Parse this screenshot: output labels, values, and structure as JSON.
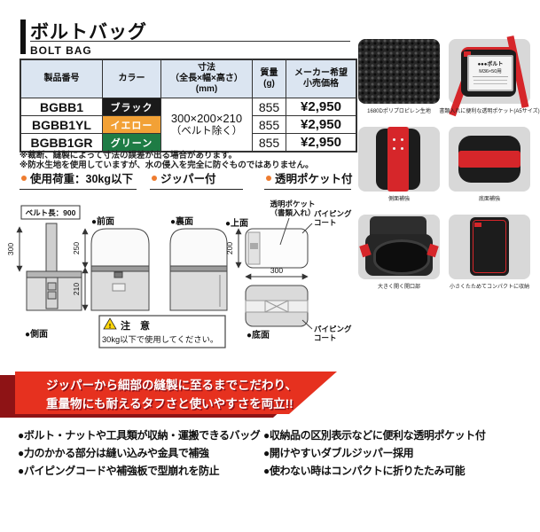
{
  "header": {
    "title": "ボルトバッグ",
    "subtitle": "BOLT BAG"
  },
  "table": {
    "headers": {
      "code": "製品番号",
      "color": "カラー",
      "size_1": "寸法",
      "size_2": "（全長×幅×高さ）",
      "size_3": "(mm)",
      "weight_1": "質量",
      "weight_2": "(g)",
      "price_1": "メーカー希望",
      "price_2": "小売価格"
    },
    "size_value": "300×200×210",
    "size_note": "（ベルト除く）",
    "rows": [
      {
        "code": "BGBB1",
        "color": "ブラック",
        "chip": "#1a1a1a",
        "weight": "855",
        "price": "¥2,950"
      },
      {
        "code": "BGBB1YL",
        "color": "イエロー",
        "chip": "#f2a136",
        "weight": "855",
        "price": "¥2,950"
      },
      {
        "code": "BGBB1GR",
        "color": "グリーン",
        "chip": "#1e7c45",
        "weight": "855",
        "price": "¥2,950"
      }
    ]
  },
  "notes": [
    "※裁断、縫製によって寸法の誤差が出る場合があります。",
    "※防水生地を使用していますが、水の侵入を完全に防ぐものではありません。"
  ],
  "features": [
    "使用荷重：30kg以下",
    "ジッパー付",
    "透明ポケット付"
  ],
  "diagram": {
    "belt_label": "ベルト長：900",
    "views": {
      "side": "●側面",
      "front": "●前面",
      "back": "●裏面",
      "top": "●上面",
      "bottom": "●底面"
    },
    "dims": {
      "strap": "300",
      "flap": "250",
      "body": "210",
      "depth": "200",
      "width": "300"
    },
    "pocket_1": "透明ポケット",
    "pocket_2": "（書類入れ）",
    "piping_1": "パイピング",
    "piping_2": "コート",
    "caution": {
      "mark": "!",
      "title": "注　意",
      "text": "30kg以下で使用してください。"
    }
  },
  "photos": {
    "items": [
      {
        "caption": "1680Dポリプロピレン生地"
      },
      {
        "caption": "書類入れに便利な透明ポケット(A5サイズ)"
      },
      {
        "caption": "側面補強"
      },
      {
        "caption": "底面補強"
      },
      {
        "caption": "大きく開く開口部"
      },
      {
        "caption": "小さくたためてコンパクトに収納"
      }
    ],
    "card": {
      "line1": "●●●ボルト",
      "line2": "M36×50用"
    }
  },
  "banner": {
    "line1": "ジッパーから細部の縫製に至るまでこだわり、",
    "line2": "重量物にも耐えるタフさと使いやすさを両立!!"
  },
  "bullets": {
    "left": [
      "●ボルト・ナットや工具類が収納・運搬できるバッグ",
      "●力のかかる部分は縫い込みや金具で補強",
      "●パイピングコードや補強板で型崩れを防止"
    ],
    "right": [
      "●収納品の区別表示などに便利な透明ポケット付",
      "●開けやすいダブルジッパー採用",
      "●使わない時はコンパクトに折りたたみ可能"
    ]
  },
  "colors": {
    "banner_red": "#e6311f",
    "banner_dark": "#8e1315",
    "bullet_orange": "#ee7c2f",
    "table_header_bg": "#dbe5f1",
    "photo_red": "#d6262a"
  }
}
